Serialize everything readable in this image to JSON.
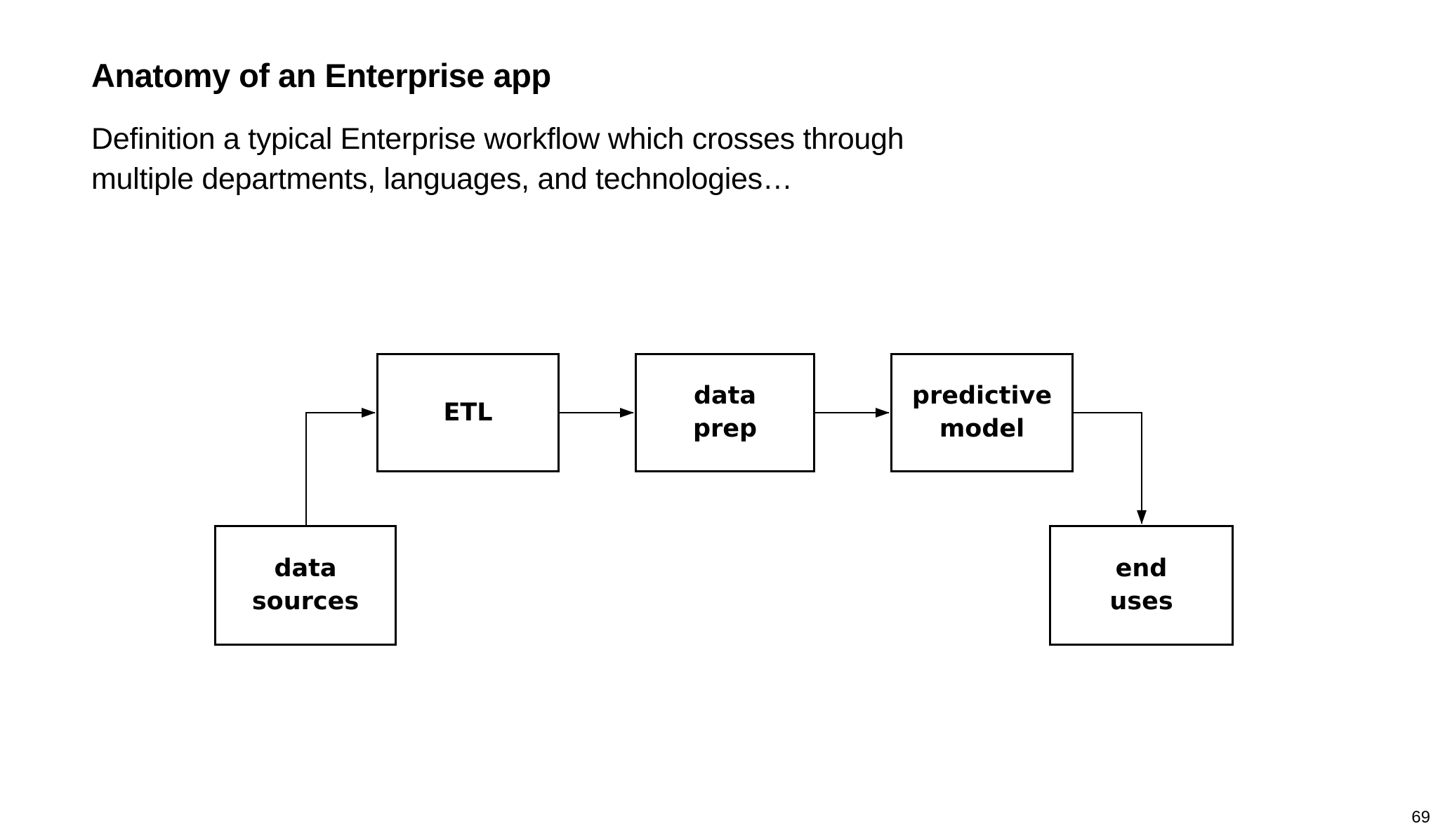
{
  "slide": {
    "title": "Anatomy of an Enterprise app",
    "subtitle": "Definition a typical Enterprise workflow which crosses through\nmultiple departments, languages, and technologies…",
    "page_number": "69"
  },
  "diagram": {
    "nodes": [
      {
        "id": "data-sources",
        "label": "data\nsources"
      },
      {
        "id": "etl",
        "label": "ETL"
      },
      {
        "id": "data-prep",
        "label": "data\nprep"
      },
      {
        "id": "predictive-model",
        "label": "predictive\nmodel"
      },
      {
        "id": "end-uses",
        "label": "end\nuses"
      }
    ],
    "edges": [
      {
        "from": "data sources",
        "to": "ETL"
      },
      {
        "from": "ETL",
        "to": "data prep"
      },
      {
        "from": "data prep",
        "to": "predictive model"
      },
      {
        "from": "predictive model",
        "to": "end uses"
      }
    ],
    "colors": {
      "background": "#ffffff",
      "stroke": "#000000",
      "text": "#000000"
    }
  }
}
